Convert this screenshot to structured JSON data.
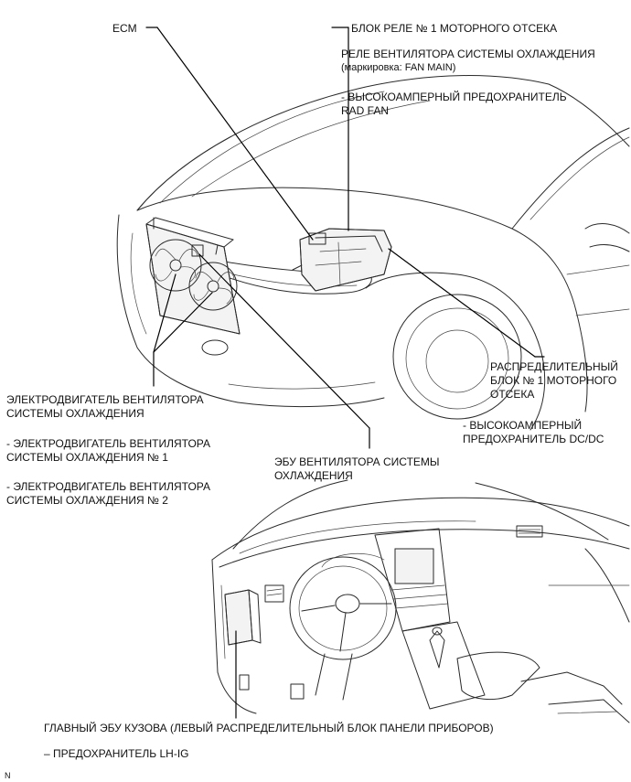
{
  "labels": {
    "ecm": "ECM",
    "relay_block_title": "БЛОК РЕЛЕ № 1 МОТОРНОГО ОТСЕКА",
    "fan_relay": "РЕЛЕ ВЕНТИЛЯТОРА СИСТЕМЫ ОХЛАЖДЕНИЯ",
    "fan_relay_marking": "(маркировка: FAN MAIN)",
    "rad_fan_fuse_line1": "- ВЫСОКОАМПЕРНЫЙ ПРЕДОХРАНИТЕЛЬ",
    "rad_fan_fuse_line2": "RAD FAN",
    "junction_block_line1": "РАСПРЕДЕЛИТЕЛЬНЫЙ",
    "junction_block_line2": "БЛОК № 1 МОТОРНОГО",
    "junction_block_line3": "ОТСЕКА",
    "dcdc_fuse_line1": "- ВЫСОКОАМПЕРНЫЙ",
    "dcdc_fuse_line2": "ПРЕДОХРАНИТЕЛЬ DC/DC",
    "fan_motor_line1": "ЭЛЕКТРОДВИГАТЕЛЬ ВЕНТИЛЯТОРА",
    "fan_motor_line2": "СИСТЕМЫ ОХЛАЖДЕНИЯ",
    "fan_motor1_line1": "- ЭЛЕКТРОДВИГАТЕЛЬ ВЕНТИЛЯТОРА",
    "fan_motor1_line2": "СИСТЕМЫ ОХЛАЖДЕНИЯ № 1",
    "fan_motor2_line1": "- ЭЛЕКТРОДВИГАТЕЛЬ ВЕНТИЛЯТОРА",
    "fan_motor2_line2": "СИСТЕМЫ ОХЛАЖДЕНИЯ № 2",
    "fan_ecu_line1": "ЭБУ ВЕНТИЛЯТОРА СИСТЕМЫ",
    "fan_ecu_line2": "ОХЛАЖДЕНИЯ",
    "body_ecu": "ГЛАВНЫЙ ЭБУ КУЗОВА (ЛЕВЫЙ РАСПРЕДЕЛИТЕЛЬНЫЙ БЛОК ПАНЕЛИ ПРИБОРОВ)",
    "lhig_fuse": "– ПРЕДОХРАНИТЕЛЬ LH-IG",
    "corner_code": "N"
  }
}
